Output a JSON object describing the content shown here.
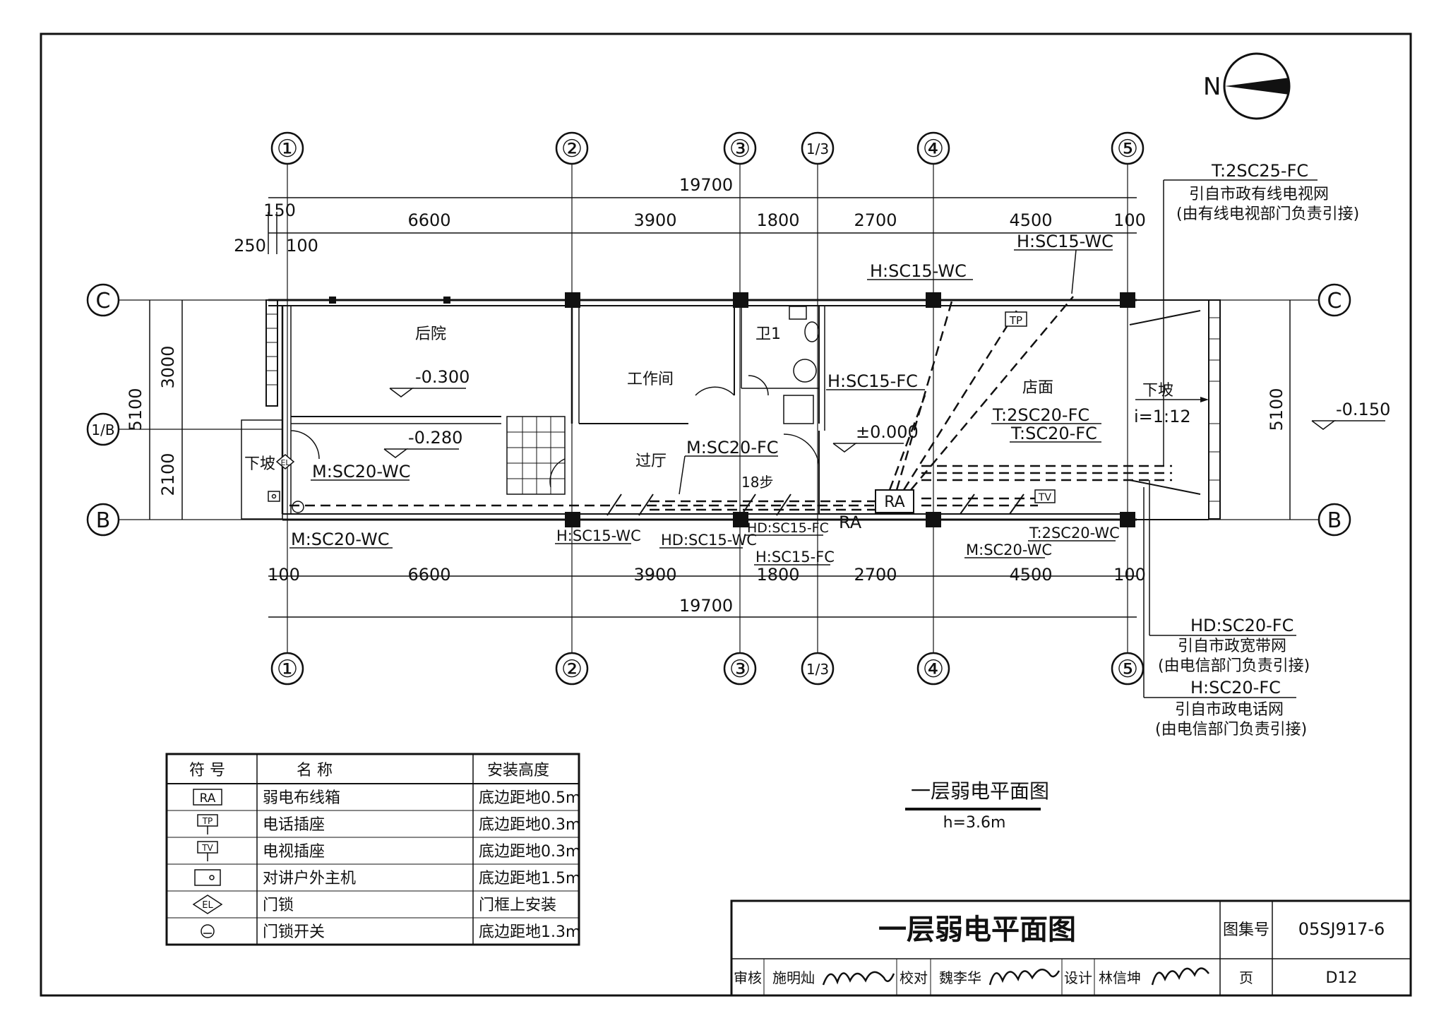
{
  "north_label": "N",
  "grid_axes": {
    "columns": [
      "①",
      "②",
      "③",
      "1/3",
      "④",
      "⑤"
    ],
    "rows": [
      "C",
      "1/B",
      "B"
    ]
  },
  "dimensions": {
    "top_total": "19700",
    "top_spans": [
      "6600",
      "3900",
      "1800",
      "2700",
      "4500"
    ],
    "top_small": [
      "150",
      "250",
      "100",
      "100"
    ],
    "bottom_total": "19700",
    "bottom_spans": [
      "6600",
      "3900",
      "1800",
      "2700",
      "4500"
    ],
    "bottom_small": [
      "100",
      "100"
    ],
    "left_vertical": [
      "5100",
      "3000",
      "2100"
    ],
    "right_vertical": "5100"
  },
  "rooms": {
    "backyard": "后院",
    "workroom": "工作间",
    "toilet": "卫1",
    "hall": "过厅",
    "shop": "店面"
  },
  "levels": {
    "backyard": "-0.300",
    "corridor": "-0.280",
    "floor": "±0.000",
    "outside": "-0.150"
  },
  "notes": {
    "ramp_left": "下坡",
    "ramp_right": "下坡",
    "slope": "i=1:12",
    "stairs": "18步"
  },
  "device_labels": {
    "ra_box": "RA",
    "ra_text": "RA",
    "tp": "TP",
    "tv": "TV",
    "el": "EL"
  },
  "wiring": {
    "h_sc15_wc_a": "H:SC15-WC",
    "h_sc15_wc_b": "H:SC15-WC",
    "h_sc15_fc": "H:SC15-FC",
    "m_sc20_fc": "M:SC20-FC",
    "t_2sc20_fc": "T:2SC20-FC",
    "t_sc20_fc": "T:SC20-FC",
    "m_sc20_wc_a": "M:SC20-WC",
    "m_sc20_wc_b": "M:SC20-WC",
    "m_sc20_wc_c": "M:SC20-WC",
    "h_sc15_wc_c": "H:SC15-WC",
    "hd_sc15_wc": "HD:SC15-WC",
    "hd_sc15_fc": "HD:SC15-FC",
    "h_sc15_fc_b": "H:SC15-FC",
    "t_2sc20_wc": "T:2SC20-WC"
  },
  "external_feeds": [
    {
      "cable": "T:2SC25-FC",
      "line1": "引自市政有线电视网",
      "line2": "(由有线电视部门负责引接)"
    },
    {
      "cable": "HD:SC20-FC",
      "line1": "引自市政宽带网",
      "line2": "(由电信部门负责引接)"
    },
    {
      "cable": "H:SC20-FC",
      "line1": "引自市政电话网",
      "line2": "(由电信部门负责引接)"
    }
  ],
  "legend": {
    "headers": [
      "符 号",
      "名   称",
      "安装高度"
    ],
    "rows": [
      {
        "symbol": "RA",
        "name": "弱电布线箱",
        "height": "底边距地0.5m"
      },
      {
        "symbol": "TP",
        "name": "电话插座",
        "height": "底边距地0.3m"
      },
      {
        "symbol": "TV",
        "name": "电视插座",
        "height": "底边距地0.3m"
      },
      {
        "symbol": "intercom",
        "name": "对讲户外主机",
        "height": "底边距地1.5m"
      },
      {
        "symbol": "EL",
        "name": "门锁",
        "height": "门框上安装"
      },
      {
        "symbol": "switch",
        "name": "门锁开关",
        "height": "底边距地1.3m"
      }
    ]
  },
  "caption": {
    "title": "一层弱电平面图",
    "height": "h=3.6m"
  },
  "title_block": {
    "title": "一层弱电平面图",
    "atlas_label": "图集号",
    "atlas_no": "05SJ917-6",
    "review_label": "审核",
    "reviewer": "施明灿",
    "check_label": "校对",
    "checker": "魏李华",
    "design_label": "设计",
    "designer": "林信坤",
    "page_label": "页",
    "page_no": "D12"
  }
}
